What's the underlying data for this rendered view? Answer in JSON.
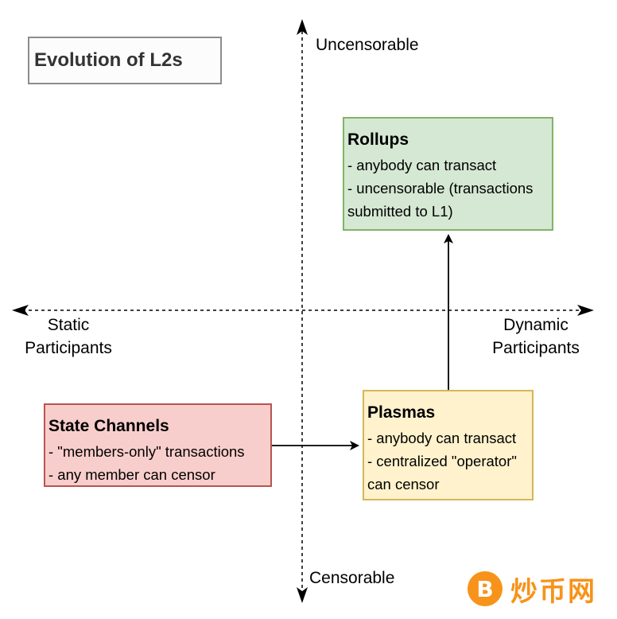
{
  "title": "Evolution of L2s",
  "axes": {
    "top": "Uncensorable",
    "bottom": "Censorable",
    "left": [
      "Static",
      "Participants"
    ],
    "right": [
      "Dynamic",
      "Participants"
    ]
  },
  "boxes": {
    "rollups": {
      "title": "Rollups",
      "lines": [
        "- anybody can transact",
        "- uncensorable (transactions",
        "submitted to L1)"
      ],
      "fill": "#d5e8d4",
      "stroke": "#82b366"
    },
    "plasmas": {
      "title": "Plasmas",
      "lines": [
        "- anybody can transact",
        "- centralized \"operator\"",
        "can censor"
      ],
      "fill": "#fff2cc",
      "stroke": "#d6b656"
    },
    "state_channels": {
      "title": "State Channels",
      "lines": [
        "- \"members-only\" transactions",
        "- any member can censor"
      ],
      "fill": "#f8cecc",
      "stroke": "#b85450"
    }
  },
  "edges": [
    {
      "from": "state_channels",
      "to": "plasmas"
    },
    {
      "from": "plasmas",
      "to": "rollups"
    }
  ],
  "watermark": {
    "icon": "bitcoin-coin-icon",
    "symbol": "B",
    "text": "炒币网",
    "color": "#f7931a"
  }
}
